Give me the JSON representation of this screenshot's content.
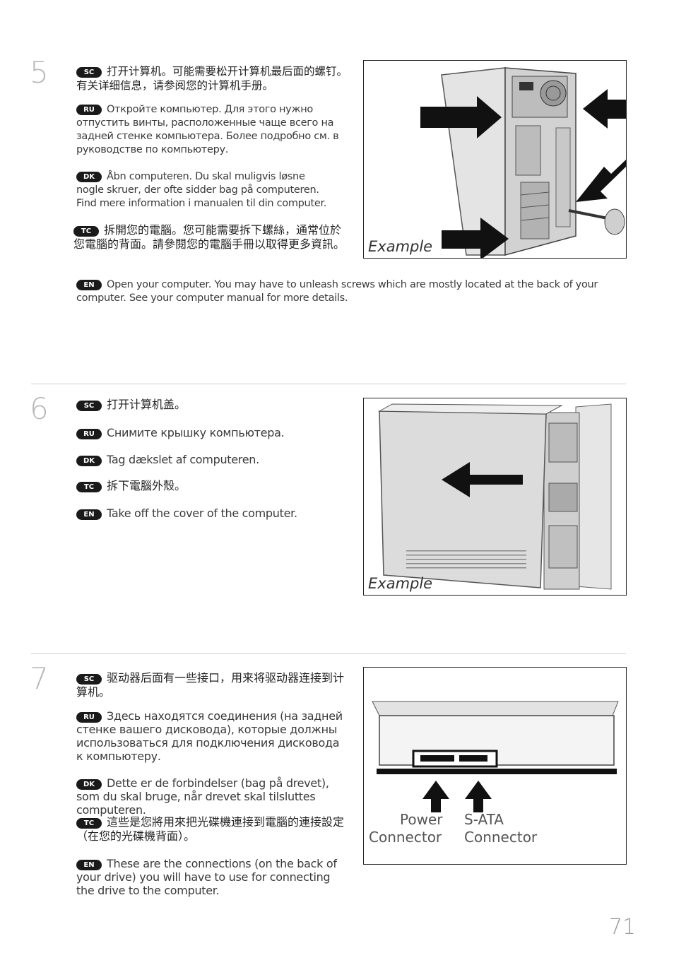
{
  "steps": [
    {
      "number": "5",
      "sc": "打开计算机。可能需要松开计算机最后面的螺钉。有关详细信息，请参阅您的计算机手册。",
      "ru": "Откройте компьютер. Для этого нужно отпустить винты, расположенные чаще всего на задней стенке компьютера.  Более подробно см. в руководстве по компьютеру.",
      "dk": "Åbn computeren. Du skal muligvis løsne nogle skruer, der ofte sidder bag på computeren.  Find mere information i manualen til din computer.",
      "tc": "拆開您的電腦。您可能需要拆下螺絲，通常位於您電腦的背面。請參閱您的電腦手冊以取得更多資訊。",
      "en": "Open your computer. You may have to unleash screws which are mostly located at the back of your computer. See your computer manual for more details.",
      "image_caption": "Example"
    },
    {
      "number": "6",
      "sc": "打开计算机盖。",
      "ru": "Снимите крышку компьютера.",
      "dk": "Tag dækslet af computeren.",
      "tc": "拆下電腦外殼。",
      "en": "Take off the cover of the computer.",
      "image_caption": "Example"
    },
    {
      "number": "7",
      "sc": "驱动器后面有一些接口，用来将驱动器连接到计算机。",
      "ru": "Здесь находятся соединения (на задней стенке вашего дисковода), которые должны использоваться для подключения дисковода к компьютеру.",
      "dk": "Dette er de forbindelser (bag på drevet), som du skal bruge, når drevet skal tilsluttes computeren.",
      "tc": "這些是您將用來把光碟機連接到電腦的連接設定（在您的光碟機背面）。",
      "en": "These are the connections (on the back of your drive) you will have to use for connecting the drive to the computer.",
      "power_label_1": "Power",
      "power_label_2": "Connector",
      "sata_label_1": "S-ATA",
      "sata_label_2": "Connector"
    }
  ],
  "badges": {
    "sc": "SC",
    "ru": "RU",
    "dk": "DK",
    "tc": "TC",
    "en": "EN"
  },
  "page_number": "71"
}
